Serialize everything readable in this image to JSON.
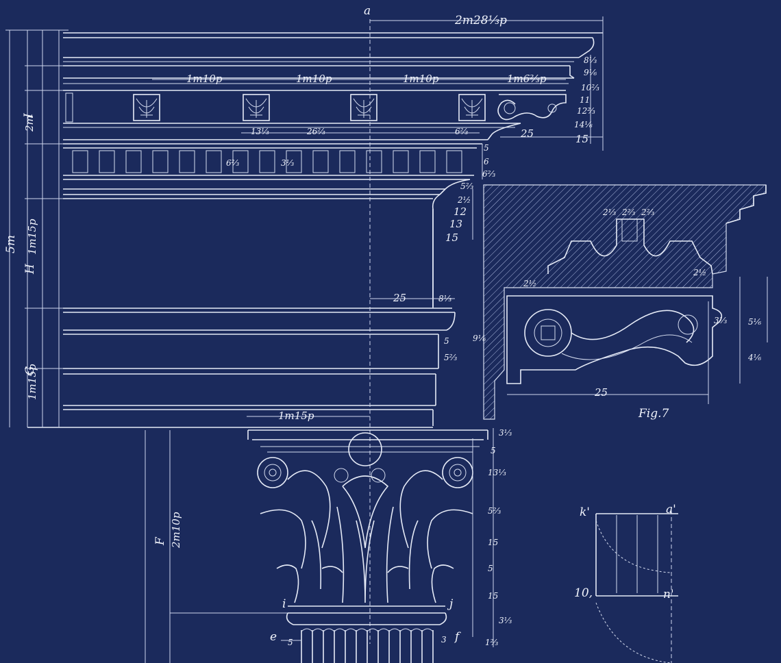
{
  "labels": {
    "axis_a": "a",
    "axis_a2": "a'",
    "k_prime": "k'",
    "n_prime": "n'",
    "mark_10": "10,",
    "i": "i",
    "j": "j",
    "e": "e",
    "f": "f",
    "fig": "Fig.7",
    "letter_H": "H",
    "letter_G": "G",
    "letter_I": "I",
    "letter_F": "F"
  },
  "dimensions": {
    "top_width": "2m28⅓p",
    "modillion_1": "1m10p",
    "modillion_2": "1m10p",
    "modillion_3": "1m10p",
    "modillion_4": "1m6⅔p",
    "dentil_13": "13⅓",
    "dentil_26": "26⅔",
    "dentil_6": "6⅔",
    "dentil_3": "3⅓",
    "proj_25a": "25",
    "proj_15a": "15",
    "proj_12": "12",
    "proj_13": "13",
    "proj_15b": "15",
    "arch_25": "25",
    "arch_8": "8⅓",
    "detail_25": "25",
    "capital_width": "1m15p",
    "total_height": "5m",
    "entab_height": "1m15p",
    "arch_height": "1m15p",
    "frieze_height": "2m",
    "capital_height": "2m10p",
    "r_8a": "8⅓",
    "r_96": "9⅙",
    "r_10": "10⅔",
    "r_11": "11",
    "r_12": "12⅔",
    "r_14": "14⅙",
    "r_15": "15",
    "r_5a": "5",
    "r_6a": "6",
    "r_6b": "6⅔",
    "r_5c": "5⅔",
    "r_2d": "2½",
    "c_3": "3⅓",
    "c_5": "5",
    "c_13": "13⅓",
    "c_5b": "5⅔",
    "c_15a": "15",
    "c_5c": "5",
    "c_15b": "15",
    "c_33": "3⅓",
    "c_15c": "1⅔",
    "d_2a": "2⅓",
    "d_2b": "2⅔",
    "d_2c": "2⅔",
    "d_21": "2½",
    "d_22": "2½",
    "d_3": "3⅓",
    "d_5": "5⅙",
    "d_4": "4⅙",
    "m_5": "5",
    "m_9": "9⅙",
    "c_e5": "5",
    "c_f3": "3"
  }
}
